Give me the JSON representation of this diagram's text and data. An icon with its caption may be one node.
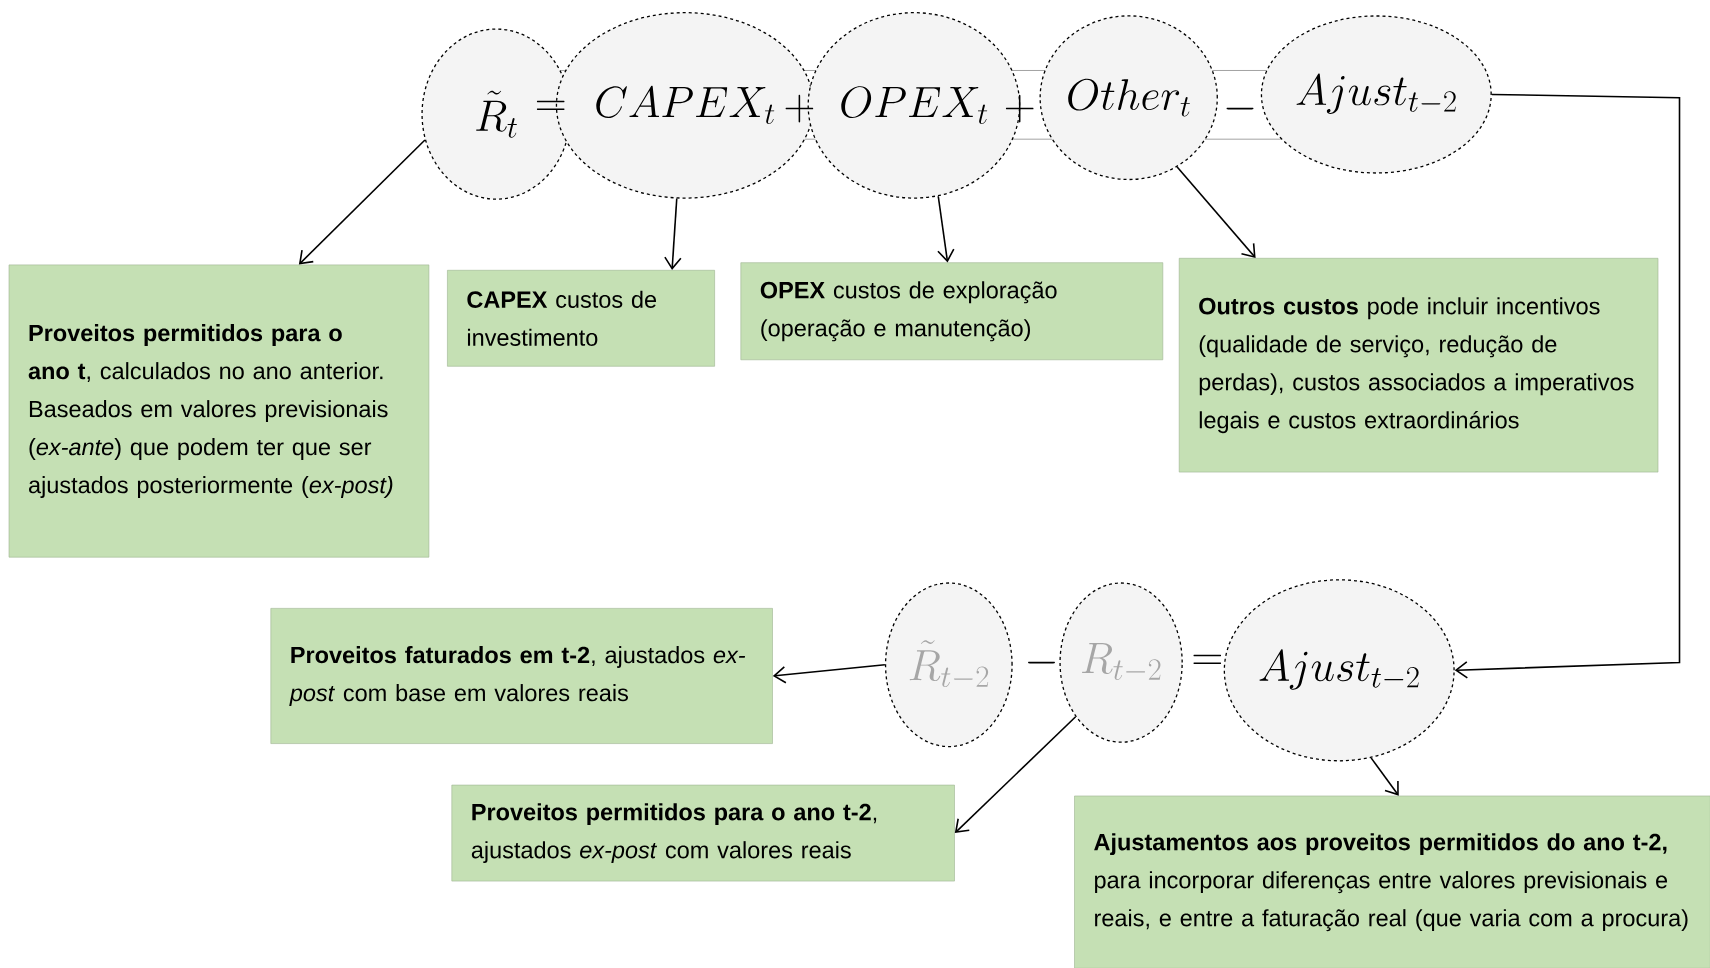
{
  "diagram": {
    "nodes": [
      {
        "text": [
          "\\tilde{R}_t"
        ]
      },
      {
        "text": [
          "CAPEX_t"
        ]
      },
      {
        "text": [
          "OPEX_t"
        ]
      },
      {
        "text": [
          "Other_t"
        ]
      },
      {
        "text": [
          "Ajust_{t-2}"
        ]
      },
      {
        "text": [
          "**Proveitos permitidos para o ano t**, calculados no ano anterior. Baseados em valores previsionais (*ex-ante*) que podem ter que ser ajustados posteriormente (*ex-post)*"
        ]
      },
      {
        "text": [
          "**CAPEX** custos de investimento"
        ]
      },
      {
        "text": [
          "**OPEX** custos de exploração (operação e manutenção)"
        ]
      },
      {
        "text": [
          "**Outros custos** pode incluir incentivos (qualidade de serviço, redução de perdas), custos associados a imperativos legais e custos extraordinários"
        ]
      },
      {
        "text": [
          "\\tilde{R}_{t-2}"
        ]
      },
      {
        "text": [
          "R_{t-2}"
        ]
      },
      {
        "text": [
          "Ajust_{t-2}"
        ]
      },
      {
        "text": [
          "**Proveitos faturados em t-2**, ajustados *ex-post* com base em valores reais"
        ]
      },
      {
        "text": [
          "**Proveitos permitidos para o ano t-2**, ajustados *ex-post* com valores reais"
        ]
      },
      {
        "text": [
          "**Ajustamentos aos proveitos permitidos do ano t-2,** para incorporar diferenças entre valores previsionais e reais, e entre a faturação real (que varia com a procura)"
        ]
      }
    ],
    "edges": [
      {
        "from": 0,
        "to": 5,
        "arrow": "to"
      },
      {
        "from": 1,
        "to": 6,
        "arrow": "to"
      },
      {
        "from": 2,
        "to": 7,
        "arrow": "to"
      },
      {
        "from": 3,
        "to": 8,
        "arrow": "to"
      },
      {
        "from": 4,
        "to": 11,
        "arrow": "to"
      },
      {
        "from": 9,
        "to": 12,
        "arrow": "to"
      },
      {
        "from": 10,
        "to": 13,
        "arrow": "to"
      },
      {
        "from": 11,
        "to": 14,
        "arrow": "to"
      }
    ],
    "labels": [
      "=",
      "+",
      "+",
      "-",
      "-",
      "="
    ]
  }
}
